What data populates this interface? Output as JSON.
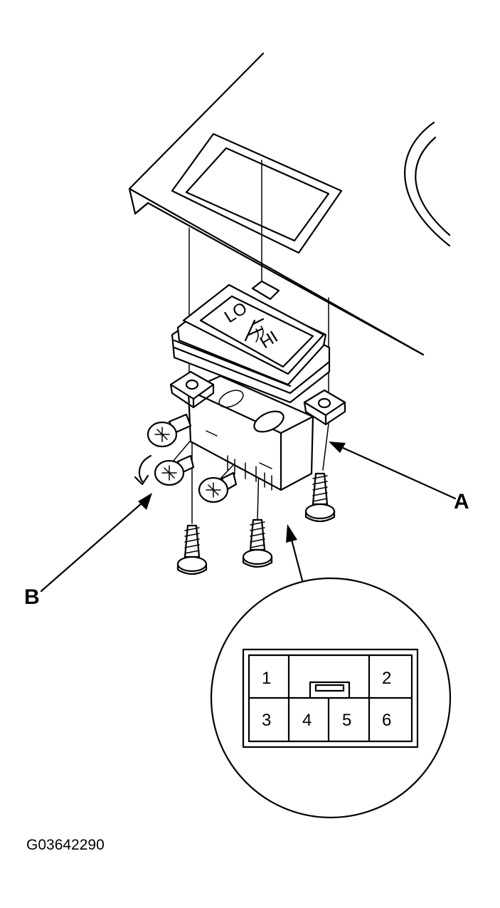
{
  "figure": {
    "callouts": {
      "a": "A",
      "b": "B"
    },
    "figure_code": "G03642290",
    "switch_symbols": {
      "lo": "LO",
      "hi": "HI"
    },
    "connector_pins": {
      "top_row": [
        "1",
        "2"
      ],
      "bottom_row": [
        "3",
        "4",
        "5",
        "6"
      ]
    }
  }
}
